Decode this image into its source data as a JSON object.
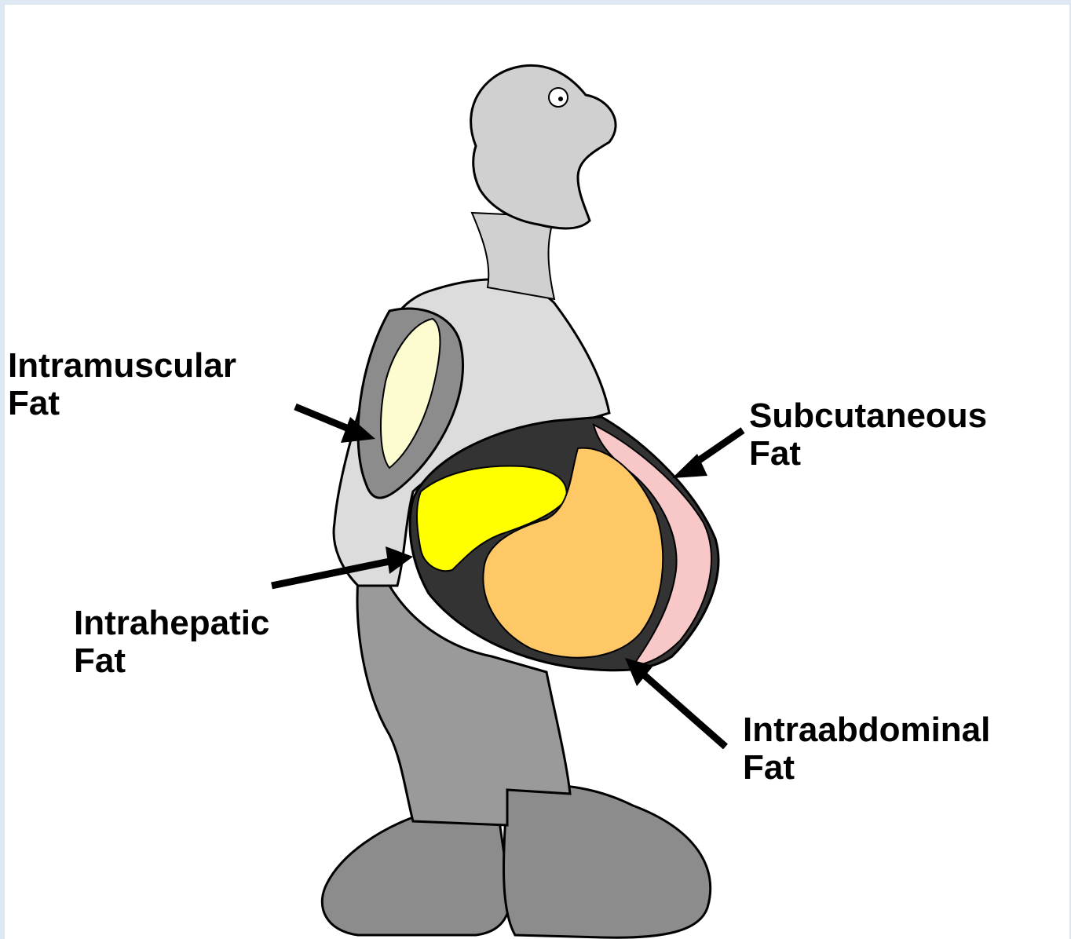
{
  "labels": {
    "intramuscular": {
      "line1": "Intramuscular",
      "line2": "Fat"
    },
    "subcutaneous": {
      "line1": "Subcutaneous",
      "line2": "Fat"
    },
    "intrahepatic": {
      "line1": "Intrahepatic",
      "line2": "Fat"
    },
    "intraabdominal": {
      "line1": "Intraabdominal",
      "line2": "Fat"
    }
  },
  "colors": {
    "background": "#dde8f3",
    "skin": "#d0d0d0",
    "shirt": "#dcdcdc",
    "pants": "#9a9a9a",
    "shoes": "#8c8c8c",
    "cavity": "#333333",
    "intramuscular_fat": "#fdfbd0",
    "intrahepatic_fat": "#ffff00",
    "intraabdominal_fat": "#ffc866",
    "subcutaneous_fat": "#f8c8c8"
  }
}
